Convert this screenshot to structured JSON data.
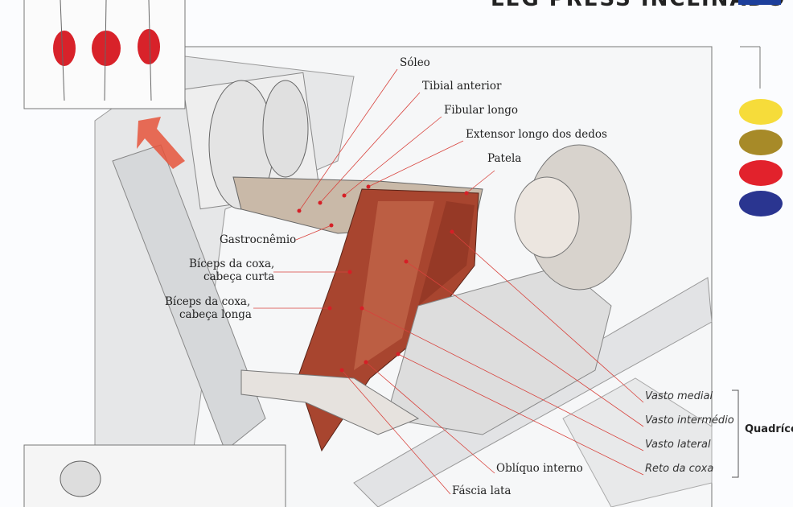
{
  "title": "LEG PRESS INCLINADO",
  "labels": {
    "soleo": "Sóleo",
    "tibial_anterior": "Tibial anterior",
    "fibular_longo": "Fibular longo",
    "extensor_longo": "Extensor longo dos dedos",
    "patela": "Patela",
    "gastrocnemio": "Gastrocnêmio",
    "biceps_curta_1": "Bíceps da coxa,",
    "biceps_curta_2": "cabeça curta",
    "biceps_longa_1": "Bíceps da coxa,",
    "biceps_longa_2": "cabeça longa",
    "obliquo_interno": "Oblíquo interno",
    "fascia_lata": "Fáscia lata"
  },
  "quadriceps": {
    "group_label": "Quadríce",
    "muscles": [
      "Vasto medial",
      "Vasto intermédio",
      "Vasto lateral",
      "Reto da coxa"
    ]
  },
  "legend_colors": [
    "#f6dc3a",
    "#a78a28",
    "#e2222c",
    "#2a3590"
  ],
  "accent_color": "#1d3f9b"
}
